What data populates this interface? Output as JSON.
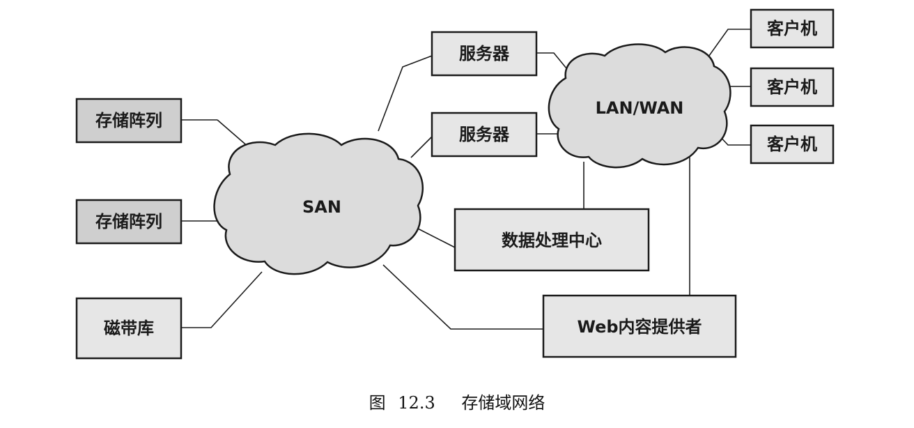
{
  "nodes": {
    "storage_array_1": "存储阵列",
    "storage_array_2": "存储阵列",
    "tape_library": "磁带库",
    "san": "SAN",
    "server_1": "服务器",
    "server_2": "服务器",
    "lan_wan": "LAN/WAN",
    "client_1": "客户机",
    "client_2": "客户机",
    "client_3": "客户机",
    "data_center": "数据处理中心",
    "web_provider": "Web内容提供者"
  },
  "caption": {
    "prefix": "图",
    "number": "12.3",
    "title": "存储域网络"
  }
}
